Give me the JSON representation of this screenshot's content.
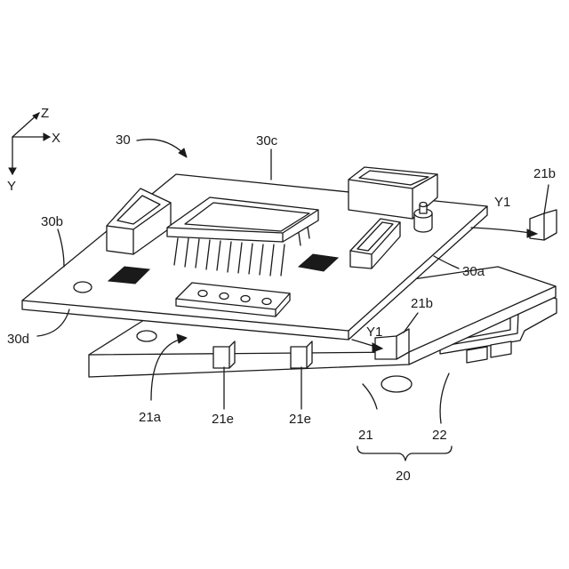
{
  "axes": {
    "z": "Z",
    "x": "X",
    "y": "Y"
  },
  "labels": {
    "board": "30",
    "board_side_b": "30b",
    "board_top_c": "30c",
    "board_bottom_d": "30d",
    "board_edge_a": "30a",
    "base_surface": "21a",
    "claw_right": "21b",
    "claw_front": "21b",
    "stud_left": "21e",
    "stud_right": "21e",
    "motion_right": "Y1",
    "motion_front": "Y1",
    "base_plate": "21",
    "latch": "22",
    "holder": "20"
  }
}
